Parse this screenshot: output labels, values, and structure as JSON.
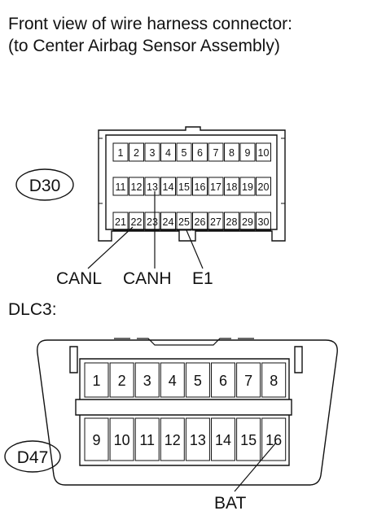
{
  "heading": {
    "line1": "Front view of wire harness connector:",
    "line2": "(to Center Airbag Sensor Assembly)"
  },
  "connector_d30": {
    "code": "D30",
    "rows": [
      [
        "1",
        "2",
        "3",
        "4",
        "5",
        "6",
        "7",
        "8",
        "9",
        "10"
      ],
      [
        "11",
        "12",
        "13",
        "14",
        "15",
        "16",
        "17",
        "18",
        "19",
        "20"
      ],
      [
        "21",
        "22",
        "23",
        "24",
        "25",
        "26",
        "27",
        "28",
        "29",
        "30"
      ]
    ],
    "leaders": [
      {
        "label": "CANL",
        "pin": "22"
      },
      {
        "label": "CANH",
        "pin": "13"
      },
      {
        "label": "E1",
        "pin": "25"
      }
    ]
  },
  "dlc3": {
    "title": "DLC3:",
    "code": "D47",
    "rows": [
      [
        "1",
        "2",
        "3",
        "4",
        "5",
        "6",
        "7",
        "8"
      ],
      [
        "9",
        "10",
        "11",
        "12",
        "13",
        "14",
        "15",
        "16"
      ]
    ],
    "leaders": [
      {
        "label": "BAT",
        "pin": "16"
      }
    ]
  }
}
